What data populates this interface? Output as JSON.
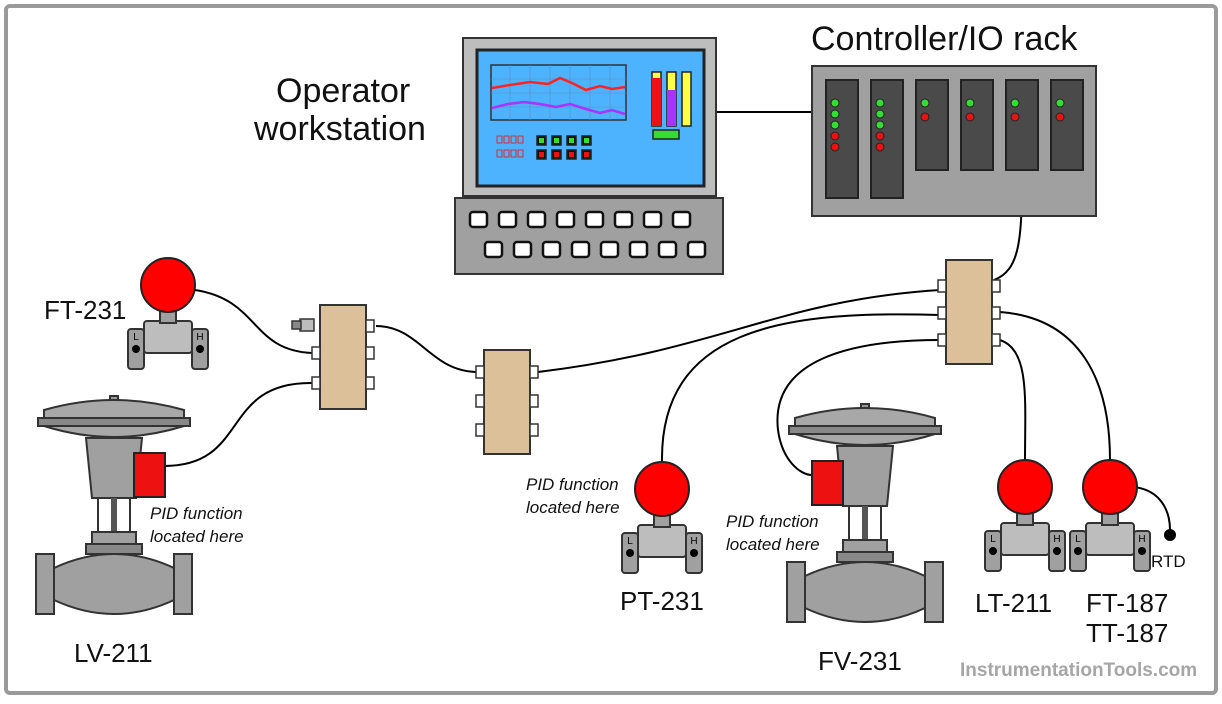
{
  "titles": {
    "workstation_line1": "Operator",
    "workstation_line2": "workstation",
    "rack": "Controller/IO rack"
  },
  "devices": {
    "ft231": "FT-231",
    "lv211": "LV-211",
    "pt231": "PT-231",
    "fv231": "FV-231",
    "lt211": "LT-211",
    "ft187": "FT-187",
    "tt187": "TT-187",
    "rtd": "RTD"
  },
  "notes": {
    "pid_line1": "PID function",
    "pid_line2": "located here"
  },
  "watermark": "InstrumentationTools.com",
  "colors": {
    "screen": "#4db3ff",
    "transmitter_head": "#ff0000",
    "junction_box": "#dcc09a",
    "hardware_gray": "#a0a0a0",
    "card_dark": "#4a4a4a",
    "led_green": "#33dd33",
    "led_red": "#ee1111",
    "trend_red": "#ff2222",
    "trend_purple": "#aa33ff"
  }
}
